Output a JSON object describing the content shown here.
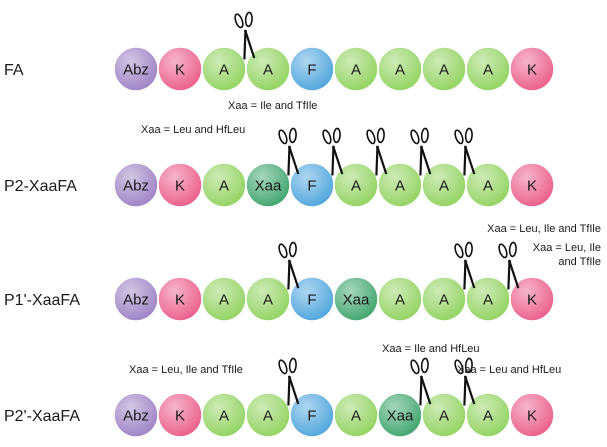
{
  "colors": {
    "Abz": "#9b7fc3",
    "K": "#ea5a86",
    "A": "#8fd25c",
    "F": "#4aa3dc",
    "Xaa": "#3aa36a",
    "outline": "#ffffff"
  },
  "rows": [
    {
      "label": "FA",
      "beads": [
        "Abz",
        "K",
        "A",
        "A",
        "F",
        "A",
        "A",
        "A",
        "A",
        "K"
      ],
      "cuts": [
        2
      ],
      "notes": []
    },
    {
      "label": "P2-XaaFA",
      "beads": [
        "Abz",
        "K",
        "A",
        "Xaa",
        "F",
        "A",
        "A",
        "A",
        "A",
        "K"
      ],
      "cuts": [
        3,
        4,
        5,
        6,
        7
      ],
      "notes": [
        {
          "lines": [
            "Xaa = Ile and TfIle"
          ]
        },
        {
          "lines": [
            "Xaa = Leu and HfLeu"
          ]
        }
      ]
    },
    {
      "label": "P1'-XaaFA",
      "beads": [
        "Abz",
        "K",
        "A",
        "A",
        "F",
        "Xaa",
        "A",
        "A",
        "A",
        "K"
      ],
      "cuts": [
        3,
        7,
        8
      ],
      "notes": [
        {
          "lines": [
            "Xaa = Leu, Ile and TfIle"
          ]
        },
        {
          "lines": [
            "Xaa = Leu, Ile",
            "and TfIle"
          ]
        }
      ]
    },
    {
      "label": "P2'-XaaFA",
      "beads": [
        "Abz",
        "K",
        "A",
        "A",
        "F",
        "A",
        "Xaa",
        "A",
        "A",
        "K"
      ],
      "cuts": [
        3,
        6,
        7
      ],
      "notes": [
        {
          "lines": [
            "Xaa = Ile and HfLeu"
          ]
        },
        {
          "lines": [
            "Xaa = Leu, Ile and TfIle"
          ]
        },
        {
          "lines": [
            "Xaa = Leu and HfLeu"
          ]
        }
      ]
    }
  ]
}
